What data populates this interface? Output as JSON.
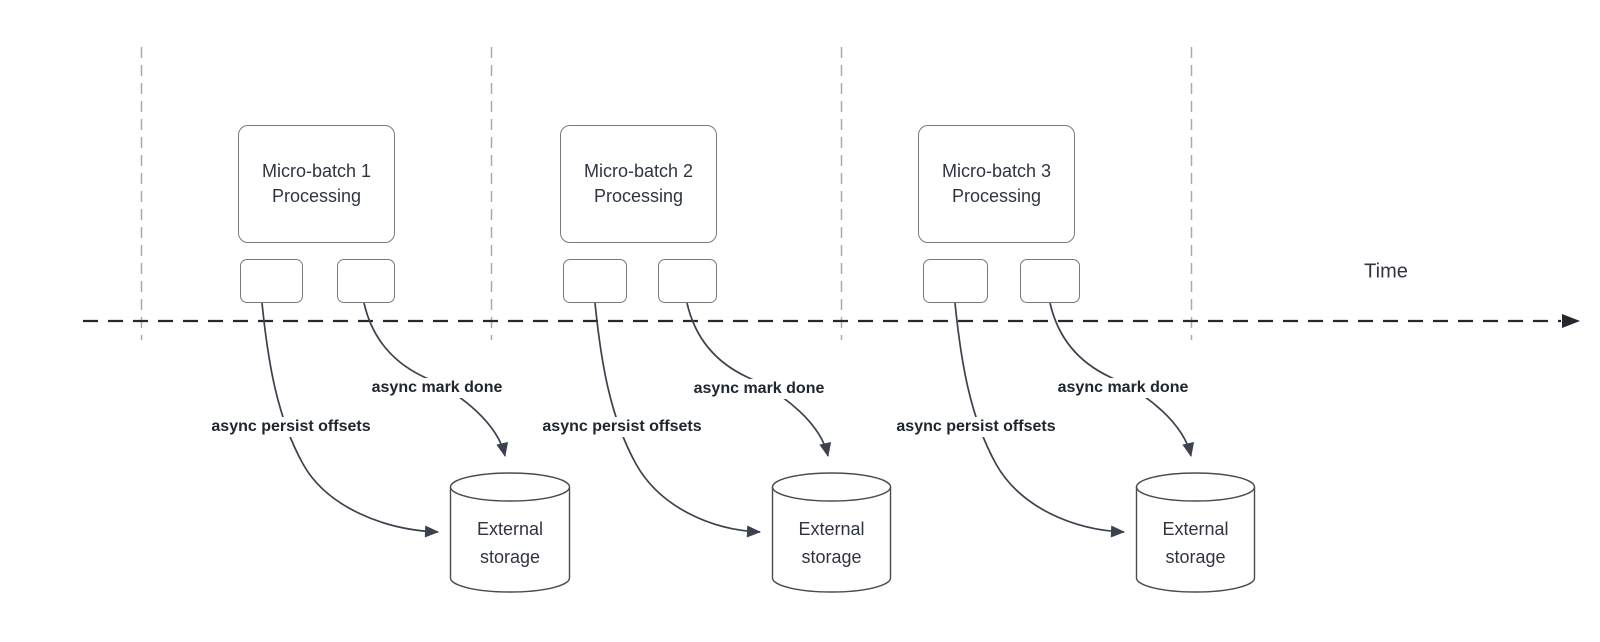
{
  "timeline": {
    "label": "Time"
  },
  "batches": [
    {
      "title_line1": "Micro-batch 1",
      "title_line2": "Processing",
      "persist_label": "async persist offsets",
      "mark_done_label": "async mark done",
      "storage_line1": "External",
      "storage_line2": "storage"
    },
    {
      "title_line1": "Micro-batch 2",
      "title_line2": "Processing",
      "persist_label": "async persist offsets",
      "mark_done_label": "async mark done",
      "storage_line1": "External",
      "storage_line2": "storage"
    },
    {
      "title_line1": "Micro-batch 3",
      "title_line2": "Processing",
      "persist_label": "async persist offsets",
      "mark_done_label": "async mark done",
      "storage_line1": "External",
      "storage_line2": "storage"
    }
  ],
  "colors": {
    "background": "#ffffff",
    "time_axis": "#25292f",
    "swimlane_guide": "#a9a9a9",
    "arrow": "#3c424d",
    "shape_border": "#767a7f",
    "cylinder_border": "#4b4b4b",
    "text": "#2f3540",
    "edge_label_text": "#20262e"
  }
}
